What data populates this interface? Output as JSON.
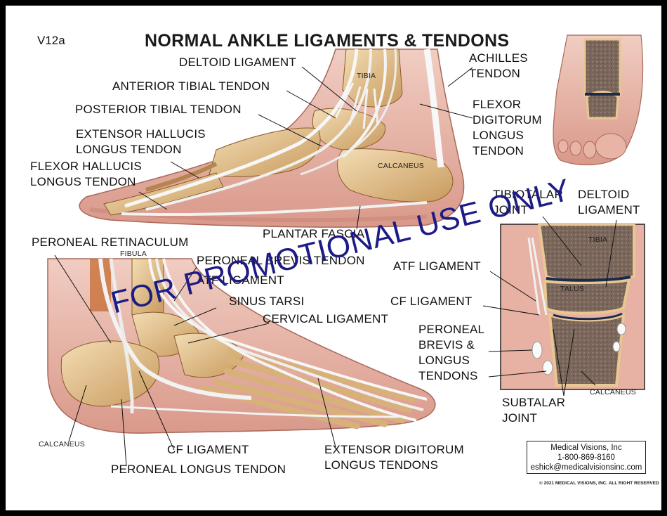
{
  "doc_code": "V12a",
  "title": "NORMAL ANKLE LIGAMENTS & TENDONS",
  "watermark": "FOR PROMOTIONAL USE ONLY",
  "labels": {
    "deltoid_ligament": "DELTOID LIGAMENT",
    "anterior_tibial_tendon": "ANTERIOR TIBIAL TENDON",
    "posterior_tibial_tendon": "POSTERIOR TIBIAL TENDON",
    "extensor_hallucis": "EXTENSOR HALLUCIS LONGUS TENDON",
    "flexor_hallucis": "FLEXOR HALLUCIS LONGUS TENDON",
    "achilles": "ACHILLES TENDON",
    "flexor_digitorum": "FLEXOR DIGITORUM LONGUS TENDON",
    "tibia_medial": "TIBIA",
    "calcaneus_medial": "CALCANEUS",
    "plantar_fascia": "PLANTAR FASCIA",
    "peroneal_retinaculum": "PERONEAL RETINACULUM",
    "fibula": "FIBULA",
    "peroneal_brevis_tendon": "PERONEAL BREVIS TENDON",
    "atf_ligament_lateral": "ATF LIGAMENT",
    "sinus_tarsi": "SINUS TARSI",
    "cervical_ligament": "CERVICAL LIGAMENT",
    "calcaneus_lateral": "CALCANEUS",
    "cf_ligament_lateral": "CF LIGAMENT",
    "peroneal_longus_tendon": "PERONEAL LONGUS TENDON",
    "extensor_digitorum": "EXTENSOR DIGITORUM LONGUS TENDONS",
    "tibiotalar_joint": "TIBIOTALAR JOINT",
    "deltoid_ligament_section": "DELTOID LIGAMENT",
    "tibia_section": "TIBIA",
    "talus_section": "TALUS",
    "atf_ligament_section": "ATF LIGAMENT",
    "cf_ligament_section": "CF LIGAMENT",
    "peroneal_tendons": "PERONEAL BREVIS & LONGUS TENDONS",
    "subtalar_joint": "SUBTALAR JOINT",
    "calcaneus_section": "CALCANEUS"
  },
  "contact": {
    "company": "Medical Visions, Inc",
    "phone": "1-800-869-8160",
    "email": "eshick@medicalvisionsinc.com"
  },
  "copyright": "© 2021 MEDICAL VISIONS, INC. ALL RIGHT RESERVED",
  "colors": {
    "skin": "#e6b3a5",
    "skin_dark": "#b46f62",
    "bone": "#e8c792",
    "bone_dark": "#8a5a2a",
    "tendon": "#f4f4f4",
    "cancellous": "#7d6a5c",
    "watermark": "#1d1b86"
  }
}
